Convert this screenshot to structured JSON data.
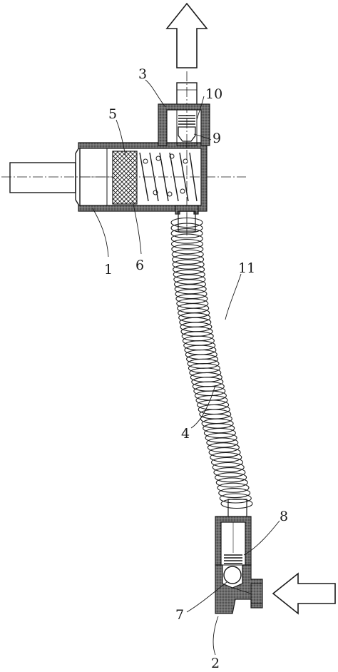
{
  "diagram": {
    "part_labels": {
      "p1": "1",
      "p2": "2",
      "p3": "3",
      "p4": "4",
      "p5": "5",
      "p6": "6",
      "p7": "7",
      "p8": "8",
      "p9": "9",
      "p10": "10",
      "p11": "11"
    }
  }
}
